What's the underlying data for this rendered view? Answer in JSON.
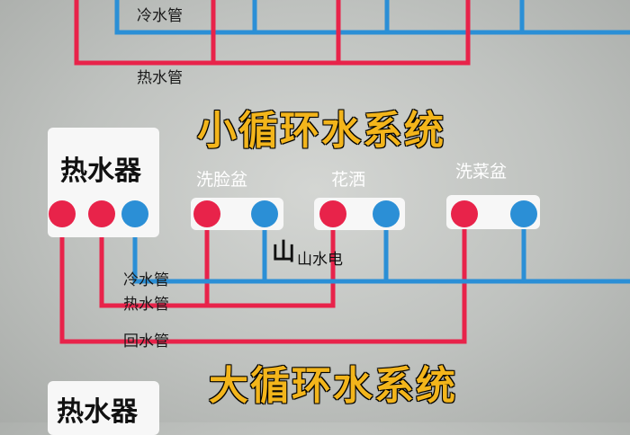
{
  "top_section": {
    "cold_pipe_label": "冷水管",
    "hot_pipe_label": "热水管"
  },
  "small_loop": {
    "title": "小循环水系统",
    "heater_label": "热水器",
    "fixtures": [
      {
        "label": "洗脸盆"
      },
      {
        "label": "花洒"
      },
      {
        "label": "洗菜盆"
      }
    ],
    "cold_pipe_label": "冷水管",
    "hot_pipe_label": "热水管",
    "return_pipe_label": "回水管"
  },
  "large_loop": {
    "title": "大循环水系统",
    "heater_label": "热水器"
  },
  "watermark": {
    "icon": "山",
    "text": "山水电"
  },
  "colors": {
    "hot": "#e8234a",
    "cold": "#2b8fd6",
    "title": "#f3b51b"
  }
}
